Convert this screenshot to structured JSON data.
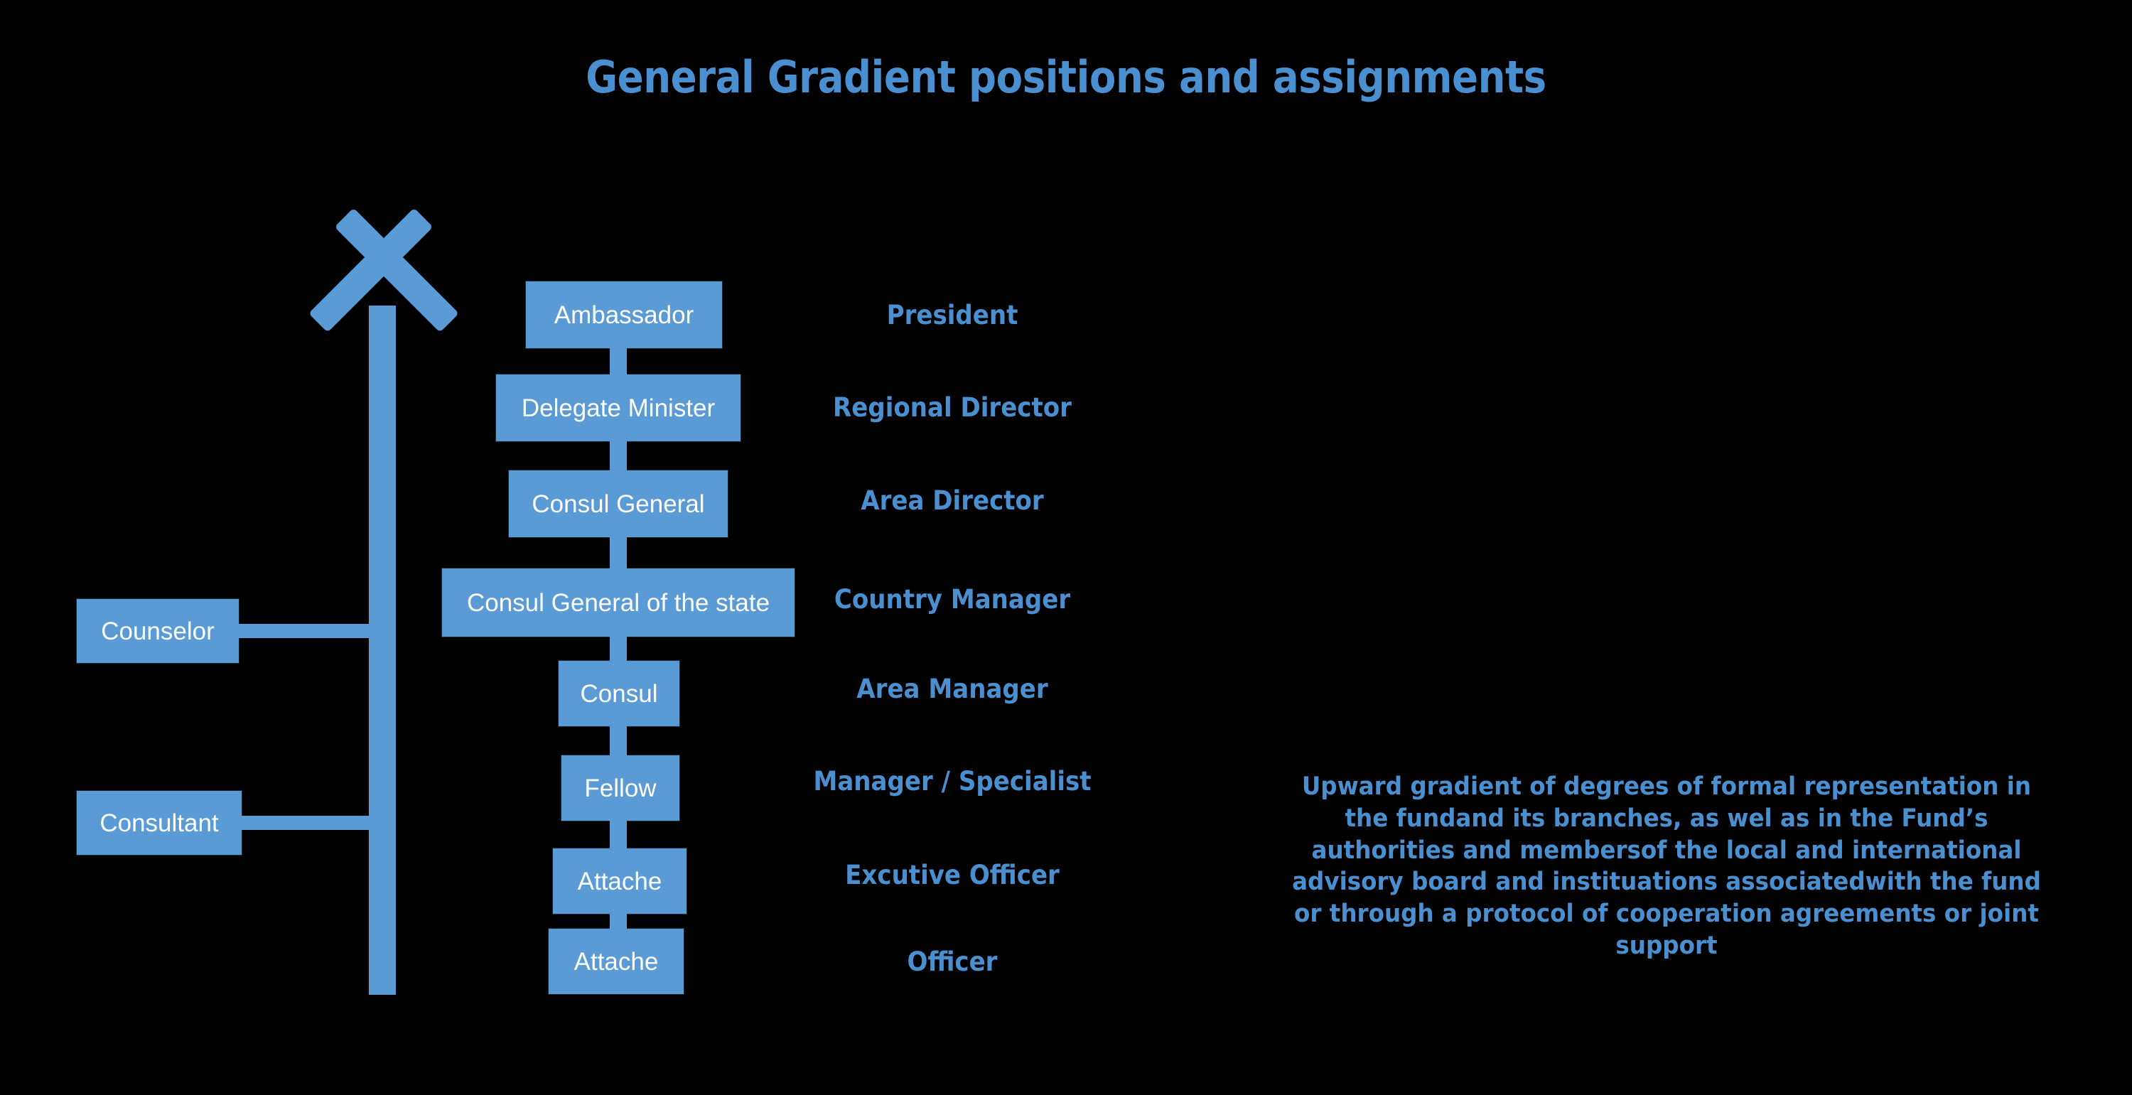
{
  "title": "General Gradient positions and assignments",
  "colors": {
    "background": "#000000",
    "box_fill": "#5B9BD5",
    "box_text": "#FFFFFF",
    "accent_text": "#4A8FD0",
    "arrow": "#5B9BD5"
  },
  "arrow": {
    "name": "upward-gradient-arrow",
    "direction": "up"
  },
  "hierarchy": [
    {
      "box": "Ambassador",
      "role": "President"
    },
    {
      "box": "Delegate Minister",
      "role": "Regional Director"
    },
    {
      "box": "Consul General",
      "role": "Area Director"
    },
    {
      "box": "Consul General of the state",
      "role": "Country Manager"
    },
    {
      "box": "Consul",
      "role": "Area Manager"
    },
    {
      "box": "Fellow",
      "role": "Manager / Specialist"
    },
    {
      "box": "Attache",
      "role": "Excutive Officer"
    },
    {
      "box": "Attache",
      "role": "Officer"
    }
  ],
  "side_boxes": [
    {
      "label": "Counselor"
    },
    {
      "label": "Consultant"
    }
  ],
  "note": "Upward gradient of degrees of formal representation in the fundand its branches, as wel as in the Fund’s authorities and membersof the local and international advisory board and instituations associatedwith the fund or through a protocol of cooperation agreements or joint support"
}
